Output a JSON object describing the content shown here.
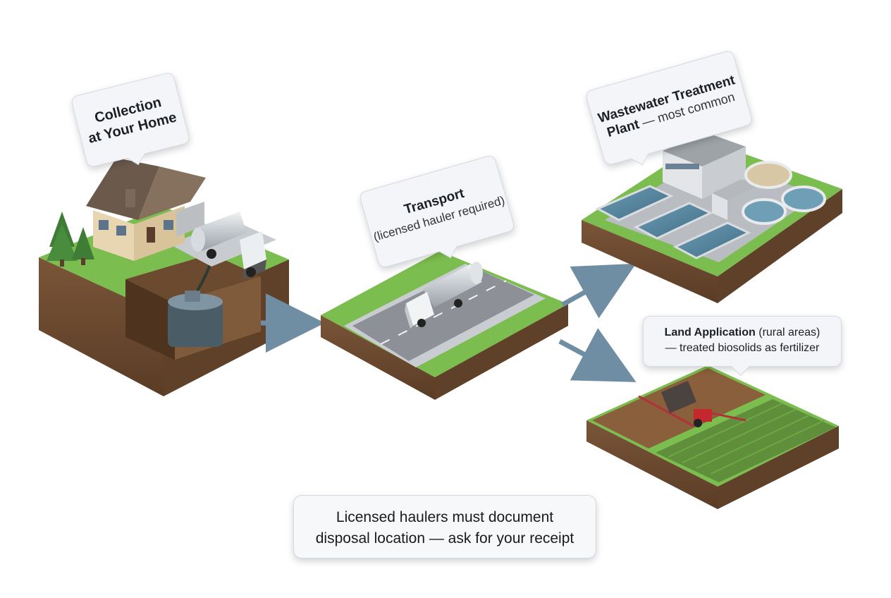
{
  "callouts": {
    "home": {
      "line1": "Collection",
      "line2": "at Your Home"
    },
    "transport": {
      "title": "Transport",
      "subtitle": "(licensed hauler required)"
    },
    "plant": {
      "line1": "Wastewater Treatment",
      "line2_bold": "Plant",
      "line2_rest": " — most common"
    },
    "land": {
      "title_bold": "Land Application",
      "title_rest": " (rural areas)",
      "line2": "— treated biosolids as fertilizer"
    }
  },
  "note": {
    "line1": "Licensed haulers must document",
    "line2": "disposal location — ask for your receipt"
  },
  "colors": {
    "grass": "#7cbd4f",
    "soil": "#6b4a2f",
    "road": "#8d9096",
    "arrow": "#6f8ea3",
    "water": "#4f7f99",
    "field": "#8a5f3c",
    "callout_bg": "#f3f5f8"
  }
}
